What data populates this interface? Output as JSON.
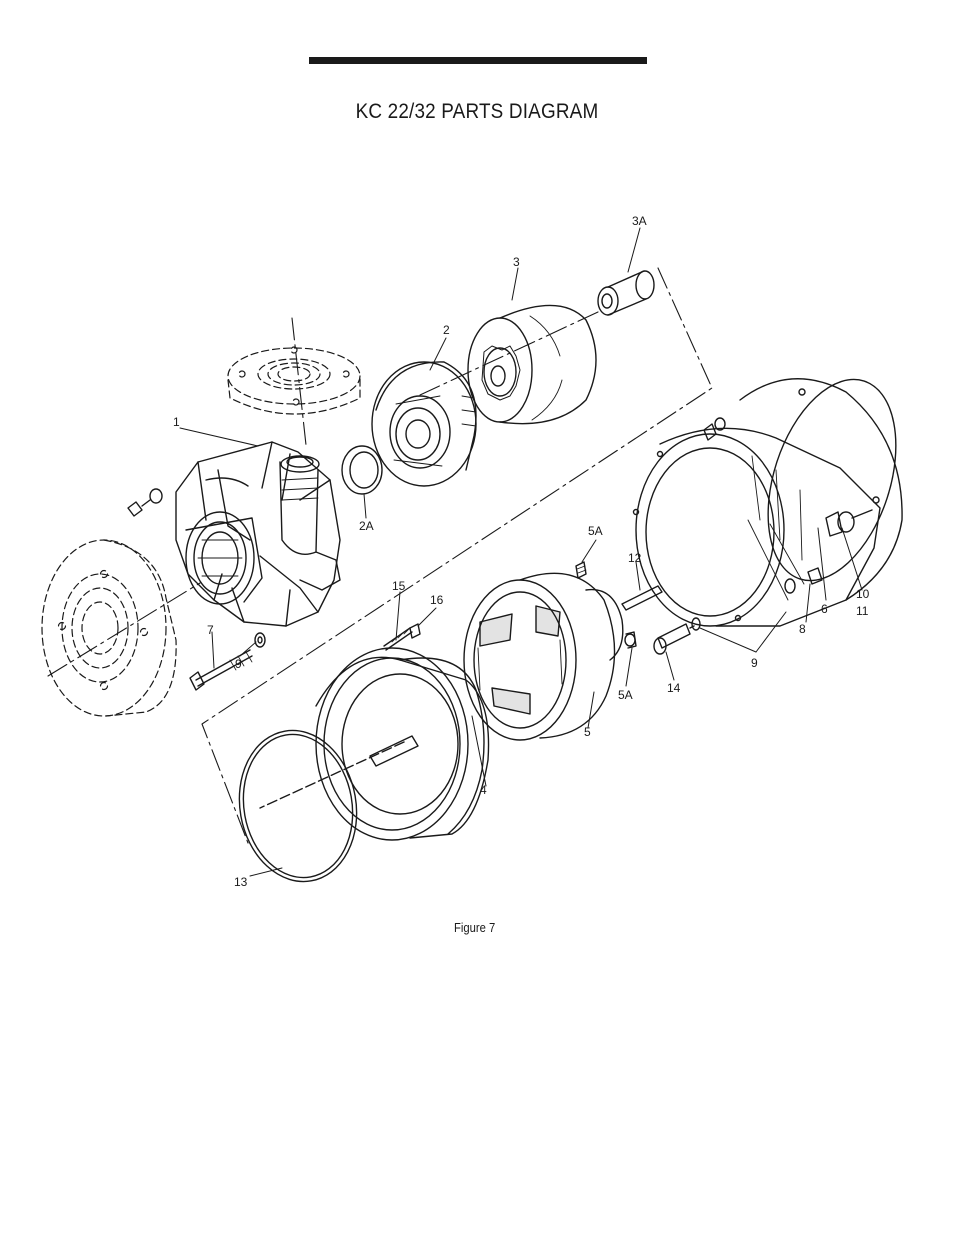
{
  "document": {
    "title": "KC 22/32 PARTS DIAGRAM",
    "caption": "Figure 7"
  },
  "callouts": {
    "c1": "1",
    "c2": "2",
    "c2a": "2A",
    "c3": "3",
    "c3a": "3A",
    "c4": "4",
    "c5": "5",
    "c5a_top": "5A",
    "c5a_bottom": "5A",
    "c6": "6",
    "c7": "7",
    "c8": "8",
    "c9_left": "9",
    "c9_right": "9",
    "c10": "10",
    "c11": "11",
    "c12": "12",
    "c13": "13",
    "c14": "14",
    "c15": "15",
    "c16": "16"
  },
  "colors": {
    "ink": "#1a1a1a",
    "paper": "#ffffff"
  }
}
